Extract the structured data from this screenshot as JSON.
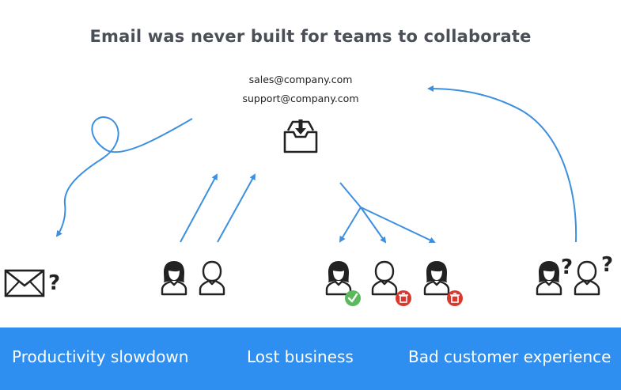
{
  "title": "Email was never built for teams to collaborate",
  "shared_inboxes": [
    "sales@company.com",
    "support@company.com"
  ],
  "question_mark": "?",
  "outcomes": [
    "Productivity slowdown",
    "Lost business",
    "Bad customer experience"
  ],
  "colors": {
    "arrow": "#3d8fdf",
    "banner": "#2f8ff0",
    "banner_text": "#ffffff",
    "check_badge": "#5cb85c",
    "delete_badge": "#d9382e",
    "icon": "#222222"
  },
  "icons": [
    "inbox-icon",
    "envelope-icon",
    "person-icon",
    "check-badge-icon",
    "trash-badge-icon"
  ]
}
